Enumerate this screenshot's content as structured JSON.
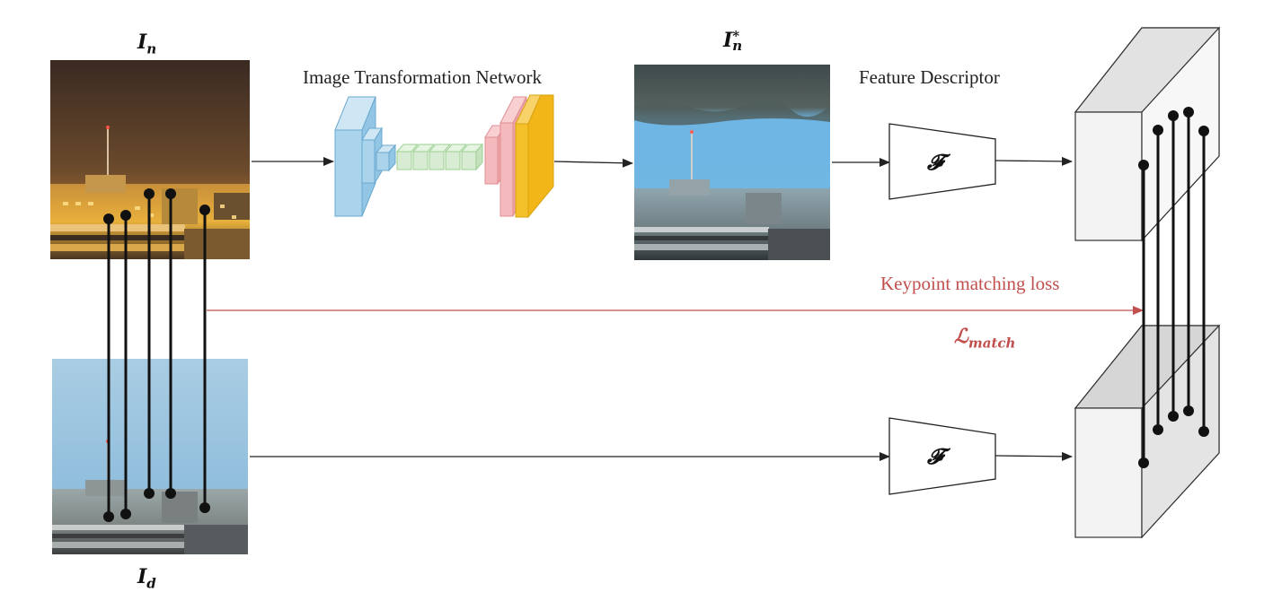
{
  "labels": {
    "night_image": "I",
    "night_image_sub": "n",
    "transformed_image": "I",
    "transformed_image_sub": "n",
    "transformed_image_sup": "*",
    "day_image": "I",
    "day_image_sub": "d",
    "network": "Image Transformation Network",
    "descriptor": "Feature Descriptor",
    "descriptor_symbol": "𝓕",
    "loss_title": "Keypoint matching loss",
    "loss_symbol": "ℒ",
    "loss_symbol_sub": "match"
  },
  "colors": {
    "encoder_blue": "#a9d4ec",
    "bottleneck_green": "#d7ecd2",
    "decoder_pink": "#f4b9bc",
    "output_yellow": "#f5c12b",
    "loss_red": "#c0504d",
    "arrow": "#222222",
    "feature_block": "#ececec"
  }
}
